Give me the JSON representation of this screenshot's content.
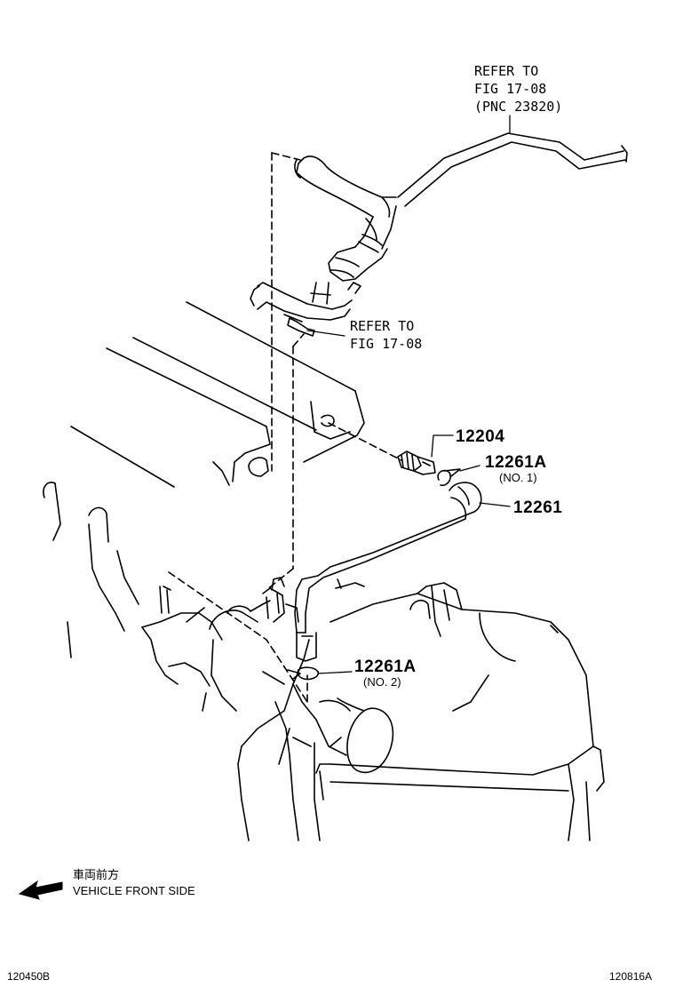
{
  "refer_top": {
    "line1": "REFER TO",
    "line2": "FIG 17-08",
    "line3": "(PNC 23820)"
  },
  "refer_mid": {
    "line1": "REFER TO",
    "line2": "FIG 17-08"
  },
  "parts": {
    "p12204": {
      "number": "12204"
    },
    "p12261a_no1": {
      "number": "12261A",
      "note": "(NO. 1)"
    },
    "p12261": {
      "number": "12261"
    },
    "p12261a_no2": {
      "number": "12261A",
      "note": "(NO. 2)"
    }
  },
  "direction": {
    "jp": "車両前方",
    "en": "VEHICLE FRONT SIDE",
    "arrow_icon": "arrow-left-icon"
  },
  "footer": {
    "left_code": "120450B",
    "right_code": "120816A"
  },
  "colors": {
    "ink": "#000000",
    "paper": "#ffffff"
  }
}
